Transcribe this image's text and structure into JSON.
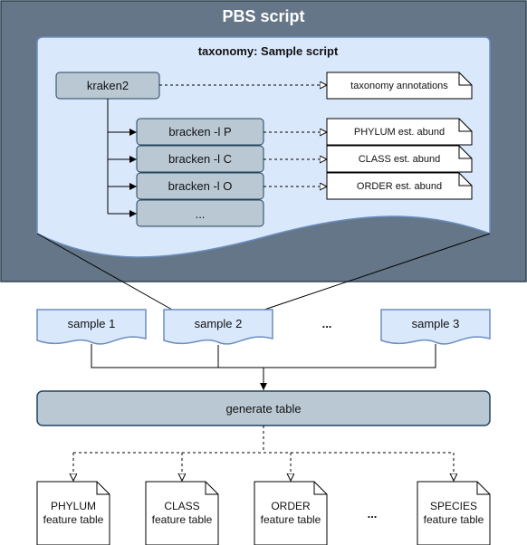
{
  "pbs": {
    "title": "PBS script"
  },
  "inner": {
    "title": "taxonomy: Sample script"
  },
  "steps": {
    "kraken": "kraken2",
    "bracken": [
      "bracken -l P",
      "bracken -l C",
      "bracken -l O",
      "..."
    ]
  },
  "outputs": {
    "taxonomy": "taxonomy annotations",
    "abund": [
      "PHYLUM est. abund",
      "CLASS est. abund",
      "ORDER est. abund"
    ]
  },
  "samples": [
    "sample 1",
    "sample 2",
    "...",
    "sample 3"
  ],
  "generate": "generate table",
  "features": [
    [
      "PHYLUM",
      "feature table"
    ],
    [
      "CLASS",
      "feature table"
    ],
    [
      "ORDER",
      "feature table"
    ],
    "...",
    [
      "SPECIES",
      "feature table"
    ]
  ],
  "colors": {
    "pbs_bg": "#647687",
    "pbs_border": "#314354",
    "inner_bg": "#dae8fc",
    "inner_border": "#6c8ebf",
    "step_fill": "#bac8d3",
    "step_border": "#23445d",
    "sample_fill": "#dae8fc",
    "sample_border": "#6c8ebf",
    "line": "#000000"
  }
}
